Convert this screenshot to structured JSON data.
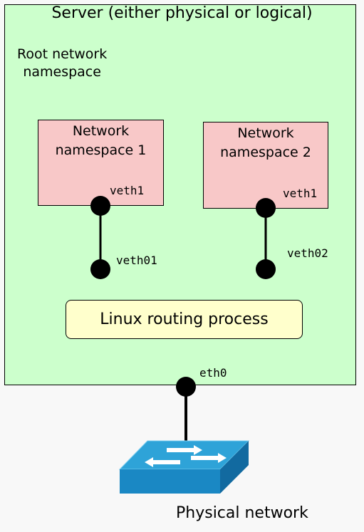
{
  "server": {
    "title": "Server (either physical or logical)"
  },
  "root_namespace": {
    "line1": "Root network",
    "line2": "namespace"
  },
  "namespace1": {
    "line1": "Network",
    "line2": "namespace 1"
  },
  "namespace2": {
    "line1": "Network",
    "line2": "namespace 2"
  },
  "interfaces": {
    "veth1_ns1": "veth1",
    "veth01": "veth01",
    "veth1_ns2": "veth1",
    "veth02": "veth02",
    "eth0": "eth0"
  },
  "routing": {
    "label": "Linux routing process"
  },
  "physical": {
    "label": "Physical network"
  },
  "colors": {
    "server_bg": "#ccffcc",
    "namespace_bg": "#f8c8c8",
    "routing_bg": "#ffffcc",
    "switch_top": "#2ea3d8",
    "switch_side": "#1a7fb8"
  }
}
